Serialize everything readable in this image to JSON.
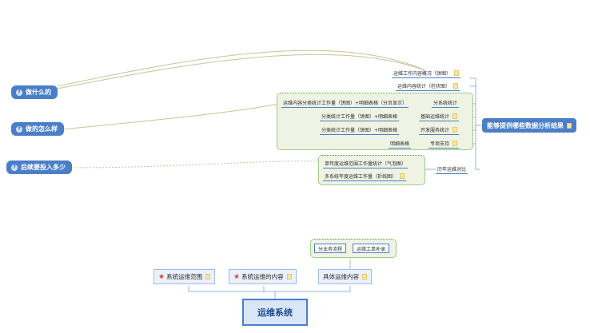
{
  "questions": [
    {
      "mark": "?",
      "label": "做什么的"
    },
    {
      "mark": "?",
      "label": "做的怎么样"
    },
    {
      "mark": "?",
      "label": "后续要投入多少"
    }
  ],
  "main_topic": {
    "label": "能够提供哪些数据分析结果"
  },
  "branches": {
    "overview": "运维工作内容概况（饼图）",
    "stats": "运维内容统计（柱状图）",
    "by_subsystem": "分系统统计",
    "by_subsystem_leaf": "运维内容分类统计工作量（饼图）+明细表格（分页显示）",
    "basic_ops": "基础运维统计",
    "basic_ops_leaf": "分类统计工作量（饼图）+明细表格",
    "dev_service": "开发服务统计",
    "dev_service_leaf": "分类统计工作量（饼图）+明细表格",
    "special": "专项支持",
    "special_leaf": "明细表格",
    "history": "历年运维对比",
    "history_leaf1": "单年度运维范围工作量统计（气泡图）",
    "history_leaf2": "多系统年度运维工作量（折线图）"
  },
  "bottom": {
    "root": "运维系统",
    "scope": "系统运维范围",
    "content": "系统运维的内容",
    "specific": "具体运维内容",
    "business_flow": "分业务流程",
    "work_order": "运维工单补录"
  },
  "colors": {
    "accent": "#4a7fc8",
    "group_border": "#5aa02c",
    "star": "#e03a3a"
  }
}
